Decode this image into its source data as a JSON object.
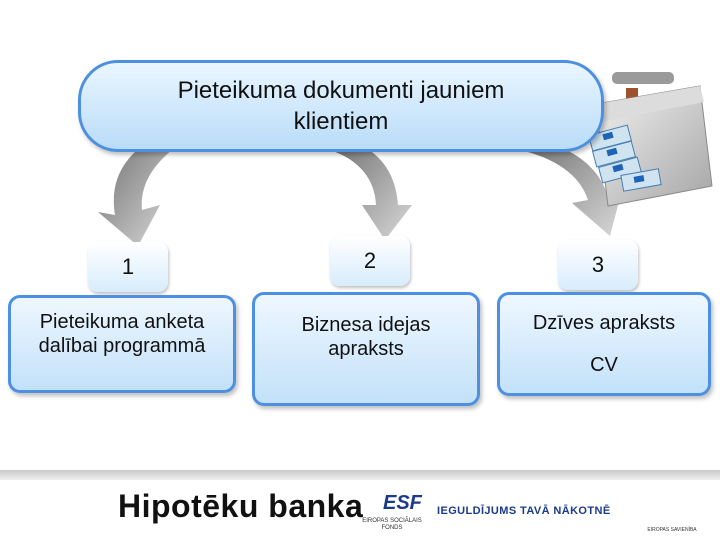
{
  "title": "Pieteikuma dokumenti jauniem klientiem",
  "steps": [
    {
      "number": "1",
      "label": "Pieteikuma anketa dalībai programmā"
    },
    {
      "number": "2",
      "label": "Biznesa idejas apraksts"
    },
    {
      "number": "3",
      "label": "Dzīves apraksts",
      "sublabel": "CV"
    }
  ],
  "footer": {
    "bank_name": "Hipotēku banka",
    "esf_logo_text": "ESF",
    "esf_subtitle": "EIROPAS SOCIĀLAIS FONDS",
    "investment_slogan": "IEGULDĪJUMS TAVĀ NĀKOTNĒ",
    "eu_subtitle": "EIROPAS SAVIENĪBA"
  },
  "colors": {
    "accent_blue": "#4d8fe0",
    "box_fill_top": "#eaf6ff",
    "box_fill_bottom": "#b9dcf8",
    "arrow_gray": "#8a8a8a",
    "bank_green": "#2e8b3e",
    "eu_blue": "#1b3f9e"
  },
  "icons": [
    "briefcase-with-money-icon",
    "bank-logo-icon",
    "esf-logo-icon",
    "eu-flag-icon"
  ]
}
